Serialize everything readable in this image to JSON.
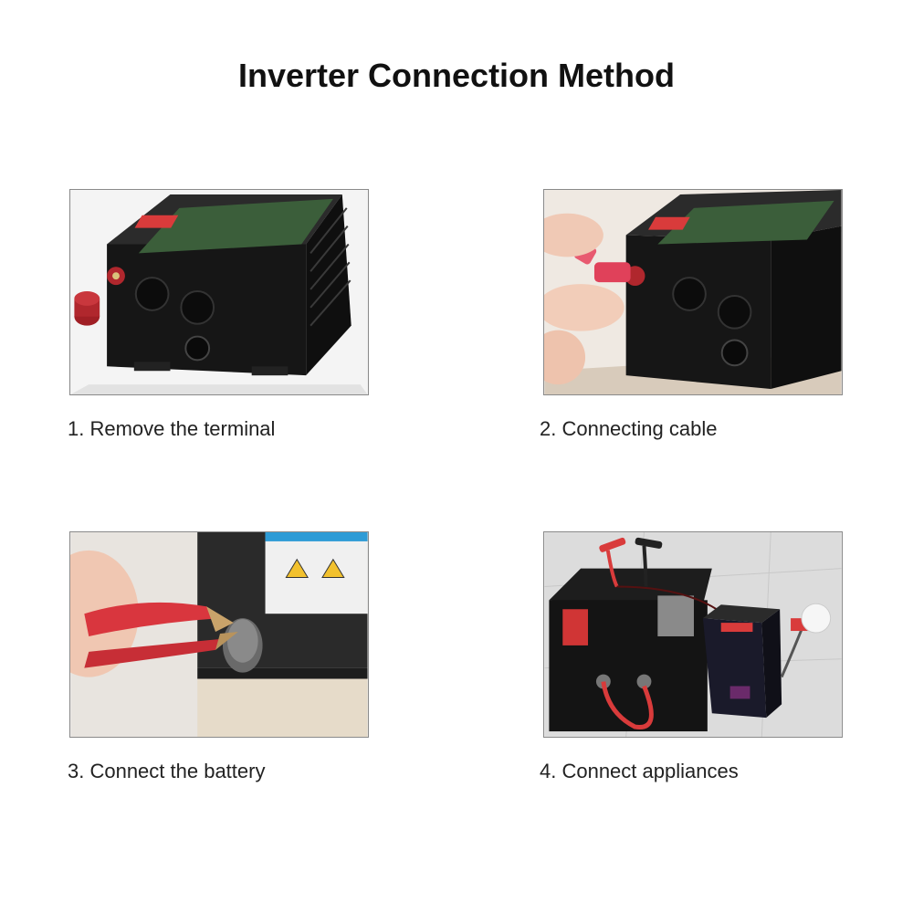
{
  "page": {
    "title": "Inverter Connection Method"
  },
  "steps": [
    {
      "caption": "1. Remove the terminal"
    },
    {
      "caption": "2. Connecting cable"
    },
    {
      "caption": "3. Connect the battery"
    },
    {
      "caption": "4. Connect appliances"
    }
  ],
  "colors": {
    "inverter_body": "#1a1a1a",
    "terminal_red": "#b0272d",
    "clamp_red": "#d9363e",
    "background_white": "#ffffff"
  }
}
